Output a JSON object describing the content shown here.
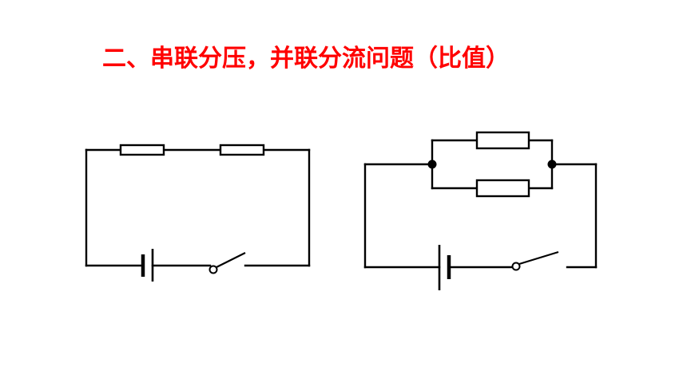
{
  "slide": {
    "title": "二、串联分压，并联分流问题（比值）",
    "title_color": "#ff0000"
  },
  "diagram": {
    "series_circuit": {
      "resistor_count": 2,
      "components": [
        "resistor",
        "resistor",
        "battery",
        "switch-open"
      ]
    },
    "parallel_circuit": {
      "resistor_count": 2,
      "junction_count": 2,
      "components": [
        "resistor",
        "resistor",
        "junction",
        "junction",
        "battery",
        "switch-open"
      ]
    },
    "line_color": "#000000"
  }
}
